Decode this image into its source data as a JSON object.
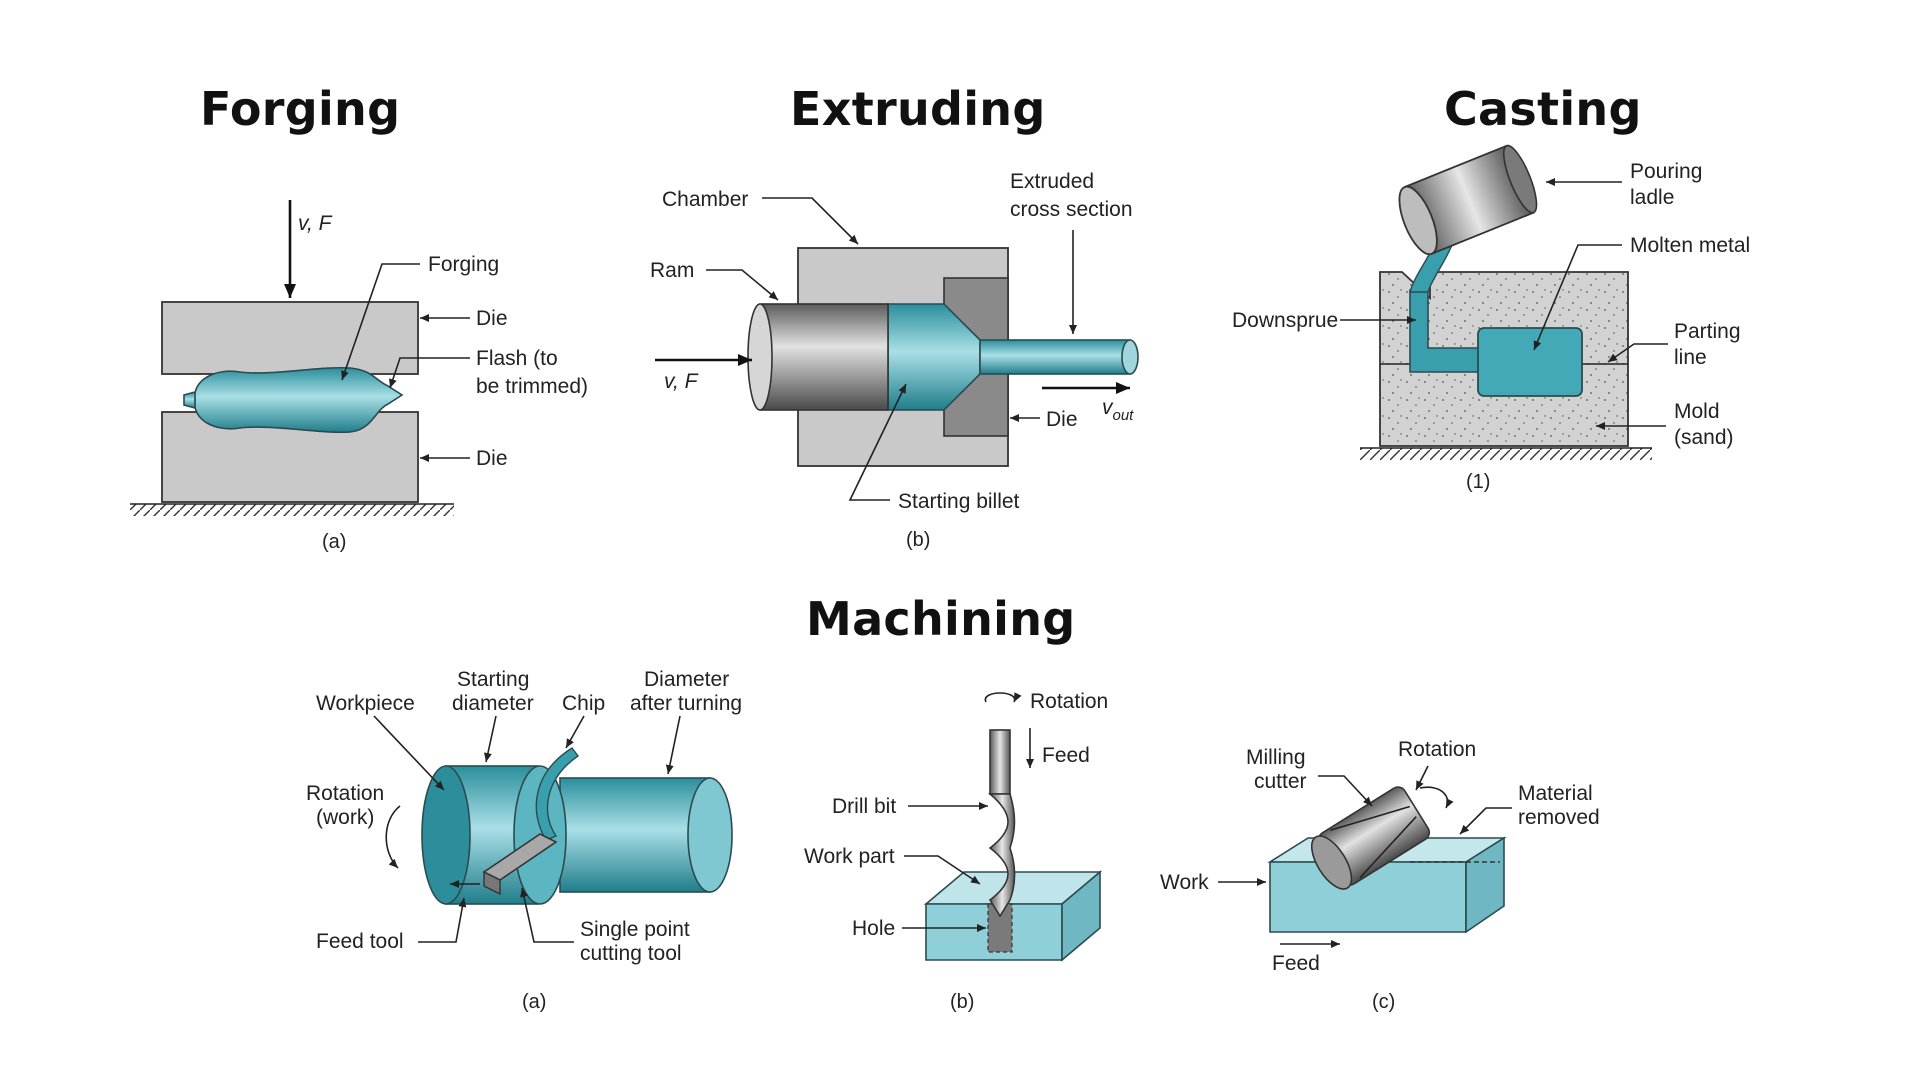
{
  "titles": {
    "forging": "Forging",
    "extruding": "Extruding",
    "casting": "Casting",
    "machining": "Machining"
  },
  "forging": {
    "vf": "v, F",
    "forging": "Forging",
    "die_top": "Die",
    "flash_line1": "Flash (to",
    "flash_line2": "be trimmed)",
    "die_bottom": "Die",
    "caption": "(a)"
  },
  "extruding": {
    "chamber": "Chamber",
    "ram": "Ram",
    "extruded_line1": "Extruded",
    "extruded_line2": "cross section",
    "vf": "v, F",
    "die": "Die",
    "vout": "v",
    "vout_sub": "out",
    "billet": "Starting billet",
    "caption": "(b)"
  },
  "casting": {
    "ladle_line1": "Pouring",
    "ladle_line2": "ladle",
    "molten": "Molten metal",
    "downsprue": "Downsprue",
    "parting_line1": "Parting",
    "parting_line2": "line",
    "mold_line1": "Mold",
    "mold_line2": "(sand)",
    "caption": "(1)"
  },
  "turning": {
    "workpiece": "Workpiece",
    "starting_line1": "Starting",
    "starting_line2": "diameter",
    "chip": "Chip",
    "diameter_line1": "Diameter",
    "diameter_line2": "after turning",
    "rotation_line1": "Rotation",
    "rotation_line2": "(work)",
    "feed_tool": "Feed tool",
    "single_line1": "Single point",
    "single_line2": "cutting tool",
    "caption": "(a)"
  },
  "drilling": {
    "rotation": "Rotation",
    "feed": "Feed",
    "drill_bit": "Drill bit",
    "work_part": "Work part",
    "hole": "Hole",
    "caption": "(b)"
  },
  "milling": {
    "cutter_line1": "Milling",
    "cutter_line2": "cutter",
    "rotation": "Rotation",
    "removed_line1": "Material",
    "removed_line2": "removed",
    "work": "Work",
    "feed": "Feed",
    "caption": "(c)"
  }
}
